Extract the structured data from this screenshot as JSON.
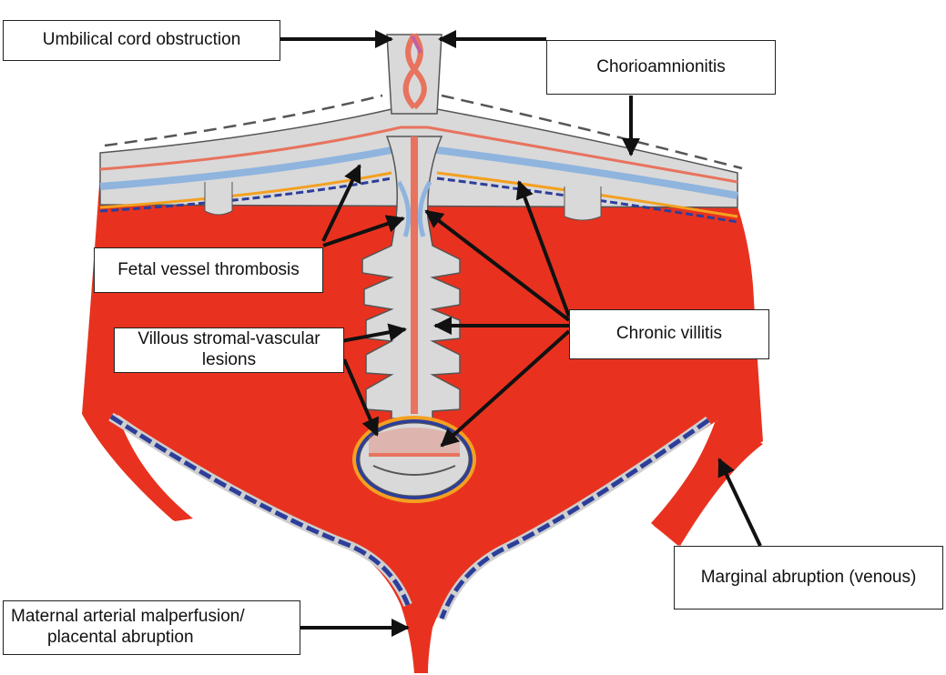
{
  "labels": {
    "umbilical_cord_obstruction": "Umbilical cord obstruction",
    "chorioamnionitis": "Chorioamnionitis",
    "fetal_vessel_thrombosis": "Fetal vessel thrombosis",
    "villous_stromal_vascular_line1": "Villous stromal-vascular",
    "villous_stromal_vascular_line2": "lesions",
    "chronic_villitis": "Chronic villitis",
    "marginal_abruption_venous": "Marginal abruption (venous)",
    "maternal_malperfusion_line1": "Maternal arterial malperfusion/",
    "maternal_malperfusion_line2": "placental abruption"
  },
  "colors": {
    "maternal_blood": "#e8321f",
    "fetal_vessel_red": "#e8735e",
    "fetal_vessel_blue": "#8fb4de",
    "membrane_gray": "#d9d9d9",
    "trophoblast_blue": "#2d3e9a",
    "orange_edge": "#f4a020",
    "arrow": "#111111"
  }
}
